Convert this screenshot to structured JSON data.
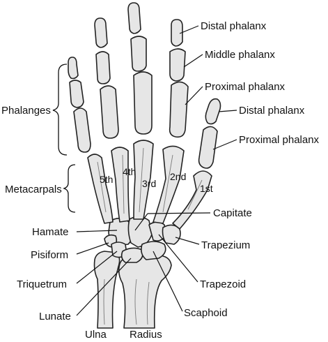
{
  "labels": {
    "distal_phalanx_top": "Distal phalanx",
    "middle_phalanx": "Middle phalanx",
    "proximal_phalanx_top": "Proximal phalanx",
    "distal_phalanx_thumb": "Distal phalanx",
    "proximal_phalanx_thumb": "Proximal phalanx",
    "phalanges": "Phalanges",
    "metacarpals": "Metacarpals",
    "capitate": "Capitate",
    "hamate": "Hamate",
    "trapezium": "Trapezium",
    "pisiform": "Pisiform",
    "triquetrum": "Triquetrum",
    "trapezoid": "Trapezoid",
    "lunate": "Lunate",
    "scaphoid": "Scaphoid",
    "ulna": "Ulna",
    "radius": "Radius"
  },
  "metacarpal_numbers": {
    "fifth": "5th",
    "fourth": "4th",
    "third": "3rd",
    "second": "2nd",
    "first": "1st"
  }
}
